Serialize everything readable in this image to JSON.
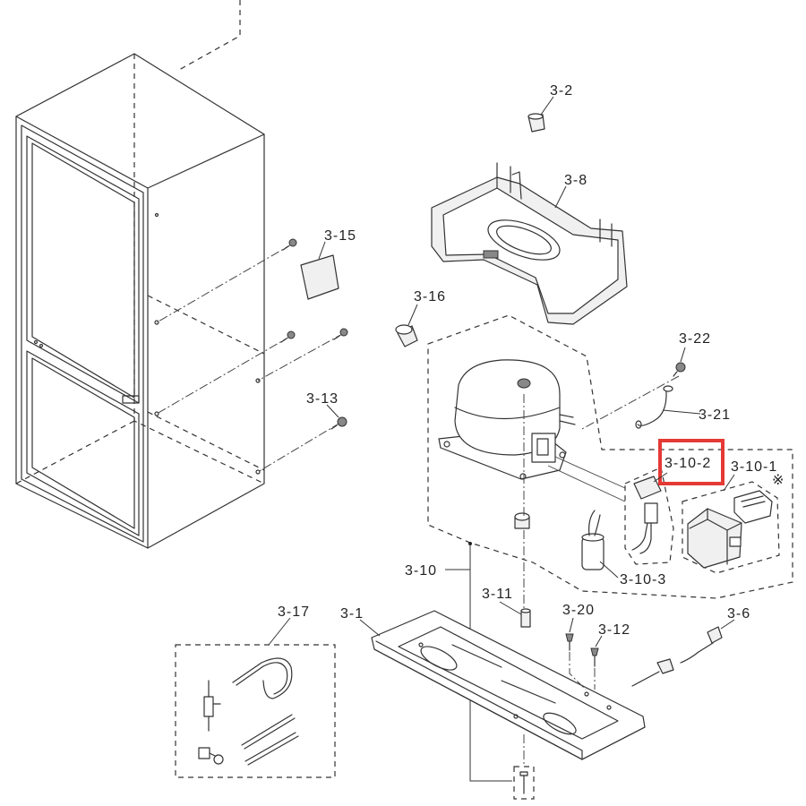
{
  "colors": {
    "line": "#333333",
    "highlight": "#e53935",
    "background": "#ffffff"
  },
  "labels": {
    "p3_1": "3-1",
    "p3_2": "3-2",
    "p3_6": "3-6",
    "p3_8": "3-8",
    "p3_10": "3-10",
    "p3_10_1": "3-10-1",
    "p3_10_2": "3-10-2",
    "p3_10_3": "3-10-3",
    "p3_11": "3-11",
    "p3_12": "3-12",
    "p3_13": "3-13",
    "p3_15": "3-15",
    "p3_16": "3-16",
    "p3_17": "3-17",
    "p3_20": "3-20",
    "p3_21": "3-21",
    "p3_22": "3-22",
    "note_mark": "※"
  },
  "highlighted_part": "3-10-2"
}
